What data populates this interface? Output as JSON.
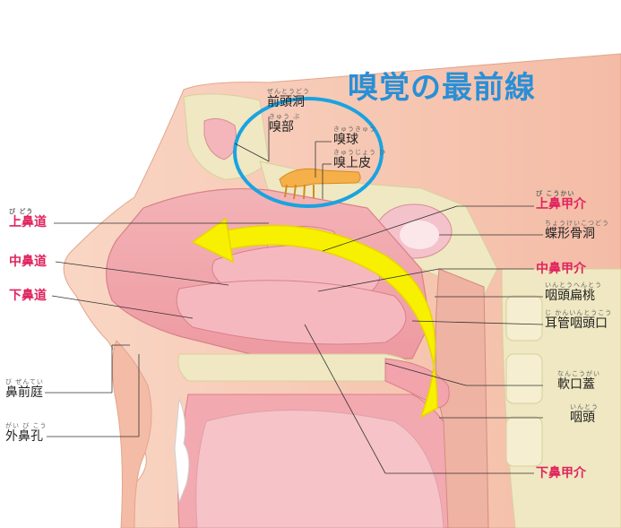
{
  "title": "嗅覚の最前線",
  "labels": {
    "frontal_sinus": {
      "text": "前頭洞",
      "ruby": "ぜんとうどう"
    },
    "olfactory_region": {
      "text": "嗅部",
      "ruby": "きゅう ぶ"
    },
    "olfactory_bulb": {
      "text": "嗅球",
      "ruby": "きゅうきゅう"
    },
    "olfactory_epithelium": {
      "text": "嗅上皮",
      "ruby": "きゅうじょう ひ"
    },
    "superior_meatus": {
      "text": "上鼻道",
      "ruby": "び どう"
    },
    "middle_meatus": {
      "text": "中鼻道",
      "ruby": ""
    },
    "inferior_meatus": {
      "text": "下鼻道",
      "ruby": ""
    },
    "nasal_vestibule": {
      "text": "鼻前庭",
      "ruby": "び ぜんてい"
    },
    "nostril": {
      "text": "外鼻孔",
      "ruby": "がい び こう"
    },
    "superior_concha": {
      "text": "上鼻甲介",
      "ruby": "び こうかい"
    },
    "sphenoid_sinus": {
      "text": "蝶形骨洞",
      "ruby": "ちょうけいこつどう"
    },
    "middle_concha": {
      "text": "中鼻甲介",
      "ruby": ""
    },
    "adenoid": {
      "text": "咽頭扁桃",
      "ruby": "いんとうへんとう"
    },
    "eustachian_opening": {
      "text": "耳管咽頭口",
      "ruby": "じ かんいんとうこう"
    },
    "soft_palate": {
      "text": "軟口蓋",
      "ruby": "なんこうがい"
    },
    "pharynx": {
      "text": "咽頭",
      "ruby": "いんとう"
    },
    "inferior_concha": {
      "text": "下鼻甲介",
      "ruby": ""
    }
  },
  "colors": {
    "title": "#2a8fd6",
    "highlight_circle": "#1aa3e0",
    "airflow_arrow": "#f7f000",
    "red_label": "#e0245e",
    "bone": "#efe8c2",
    "mucosa": "#f2a0a8",
    "skin": "#f6c7b2"
  }
}
